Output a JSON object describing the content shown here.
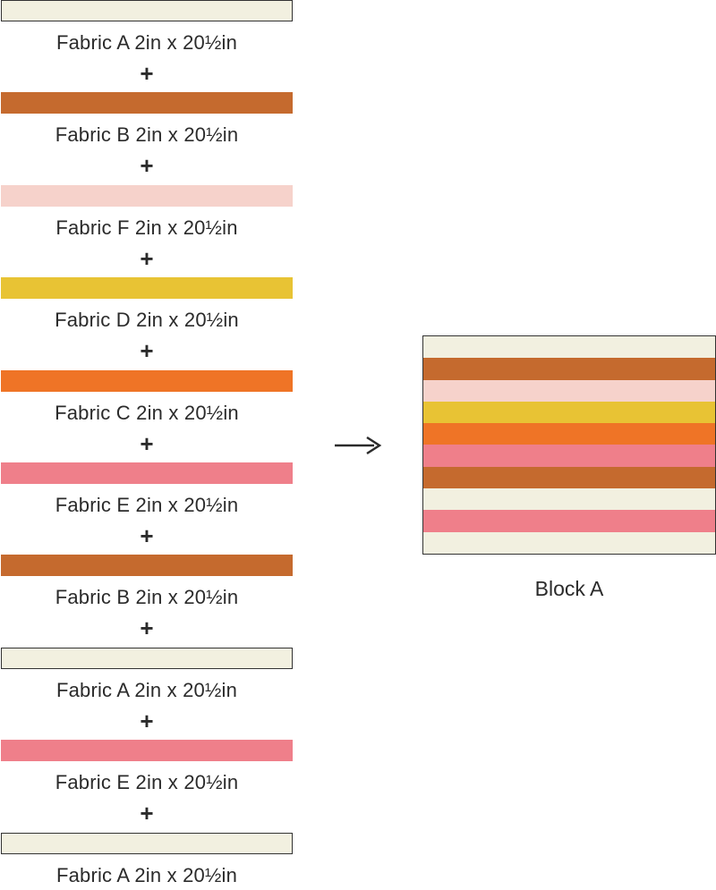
{
  "colors": {
    "A": "#f2f0e0",
    "B": "#c56a2e",
    "C": "#ef7426",
    "D": "#e8c334",
    "E": "#ef7f8a",
    "F": "#f6d2cb",
    "text": "#2b2b2b",
    "outline": "#333333"
  },
  "strips": [
    {
      "fabric": "A",
      "label": "Fabric A 2in x 20½in"
    },
    {
      "fabric": "B",
      "label": "Fabric B 2in x 20½in"
    },
    {
      "fabric": "F",
      "label": "Fabric F 2in x 20½in"
    },
    {
      "fabric": "D",
      "label": "Fabric D 2in x 20½in"
    },
    {
      "fabric": "C",
      "label": "Fabric C 2in x 20½in"
    },
    {
      "fabric": "E",
      "label": "Fabric E 2in x 20½in"
    },
    {
      "fabric": "B",
      "label": "Fabric B 2in x 20½in"
    },
    {
      "fabric": "A",
      "label": "Fabric A 2in x 20½in"
    },
    {
      "fabric": "E",
      "label": "Fabric E 2in x 20½in"
    },
    {
      "fabric": "A",
      "label": "Fabric A 2in x 20½in"
    }
  ],
  "plus_symbol": "+",
  "block": {
    "label": "Block A",
    "rows": [
      "A",
      "B",
      "F",
      "D",
      "C",
      "E",
      "B",
      "A",
      "E",
      "A"
    ]
  }
}
